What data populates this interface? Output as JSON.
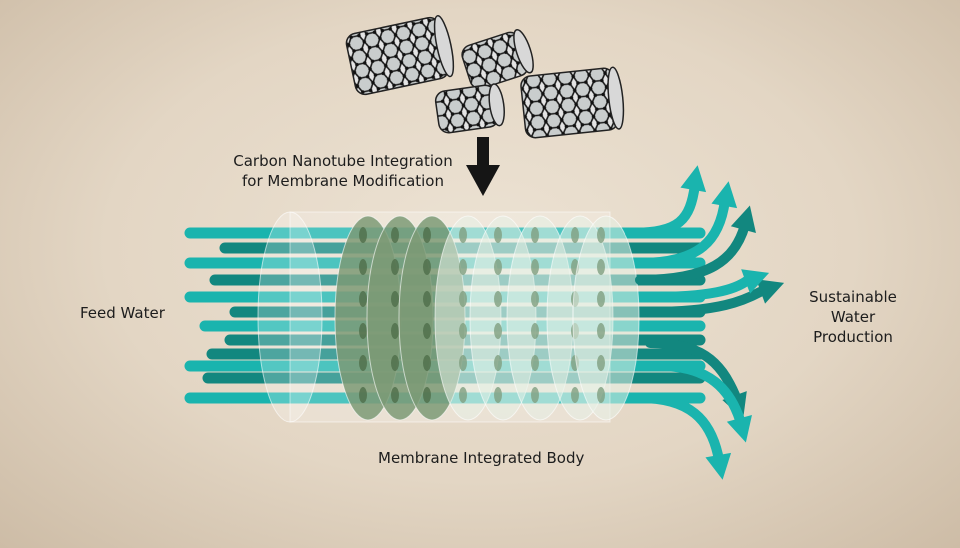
{
  "labels": {
    "integration_line1": "Carbon Nanotube Integration",
    "integration_line2": "for Membrane Modification",
    "feed_water": "Feed Water",
    "output_line1": "Sustainable",
    "output_line2": "Water",
    "output_line3": "Production",
    "membrane_body": "Membrane Integrated Body"
  },
  "colors": {
    "teal_light": "#1ab4ae",
    "teal_dark": "#12877f",
    "disc_dark": "#7d9a76",
    "disc_light": "#e6f1e6",
    "arrow": "#151515"
  },
  "icons": [
    "carbon-nanotube-icon",
    "down-arrow-icon",
    "flow-arrow-icon"
  ]
}
